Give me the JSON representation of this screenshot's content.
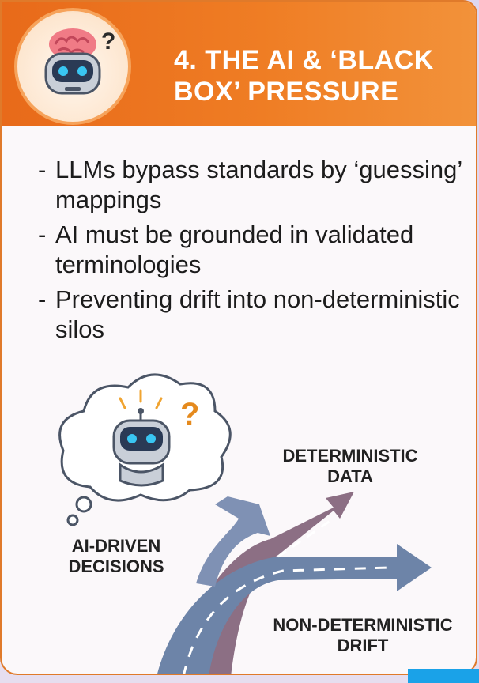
{
  "header": {
    "title": "4. THE AI & ‘BLACK\nBOX’ PRESSURE"
  },
  "bullets": [
    {
      "dash": "-",
      "text": "LLMs bypass standards by ‘guessing’ mappings"
    },
    {
      "dash": "-",
      "text": "AI must be grounded in validated terminologies"
    },
    {
      "dash": "-",
      "text": "Preventing drift into non-deterministic silos"
    }
  ],
  "diagram": {
    "thought_mark": "?",
    "badge_mark": "?",
    "ai_label": "AI-DRIVEN DECISIONS",
    "deterministic_label": "DETERMINISTIC DATA",
    "drift_label": "NON-DETERMINISTIC DRIFT"
  },
  "colors": {
    "header_orange": "#e86a1a",
    "arrow_blue": "#6d84a8",
    "arrow_mauve": "#8c6f84",
    "robot_eye": "#39c6f2",
    "accent_bar": "#1aa2e8"
  }
}
